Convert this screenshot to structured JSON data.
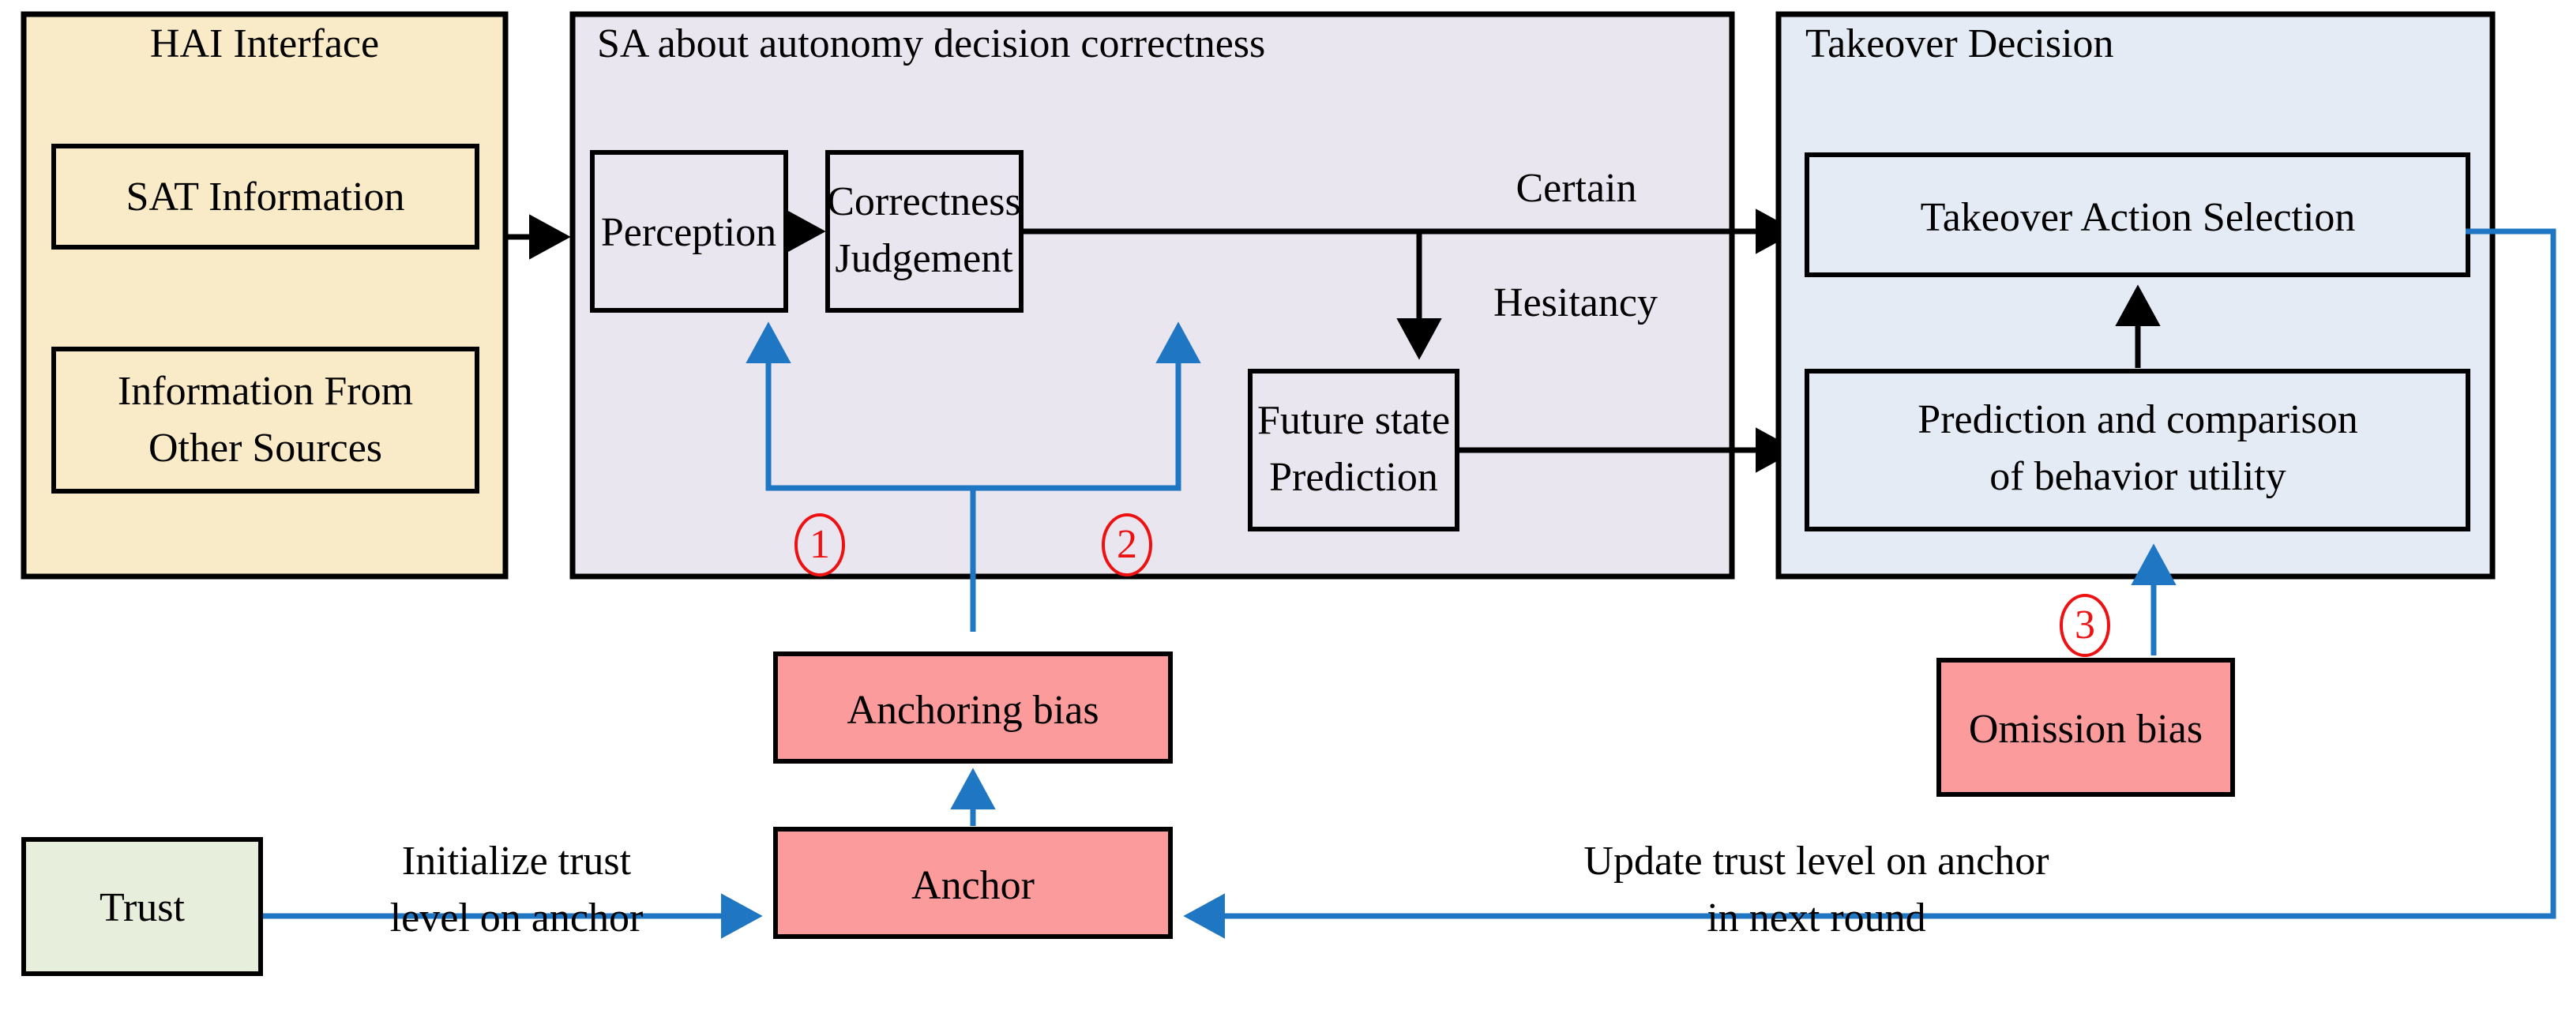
{
  "diagram": {
    "title": "Human-autonomy takeover decision model with cognitive biases",
    "colors": {
      "hai_panel_fill": "#FAEBC8",
      "sa_panel_fill": "#EAE6F0",
      "takeover_panel_fill": "#E5EBF5",
      "bias_fill": "#FB9B9B",
      "trust_fill": "#E8EEDC",
      "blue_edge": "#1F77C4",
      "black_edge": "#000000",
      "red_marker": "#EE1111"
    },
    "panels": {
      "hai": {
        "title": "HAI Interface"
      },
      "sa": {
        "title": "SA about autonomy decision correctness"
      },
      "takeover": {
        "title": "Takeover Decision"
      }
    },
    "boxes": {
      "sat_information": "SAT Information",
      "information_other_sources_line1": "Information From",
      "information_other_sources_line2": "Other Sources",
      "perception": "Perception",
      "correctness_judgement_line1": "Correctness",
      "correctness_judgement_line2": "Judgement",
      "future_state_prediction_line1": "Future state",
      "future_state_prediction_line2": "Prediction",
      "takeover_action_selection": "Takeover Action Selection",
      "prediction_comparison_line1": "Prediction and comparison",
      "prediction_comparison_line2": "of behavior utility",
      "anchoring_bias": "Anchoring bias",
      "omission_bias": "Omission bias",
      "anchor": "Anchor",
      "trust": "Trust"
    },
    "edge_labels": {
      "certain": "Certain",
      "hesitancy": "Hesitancy",
      "initialize_line1": "Initialize trust",
      "initialize_line2": "level on anchor",
      "update_line1": "Update trust level on anchor",
      "update_line2": "in next round"
    },
    "markers": {
      "one": "①",
      "two": "②",
      "three": "③"
    }
  }
}
